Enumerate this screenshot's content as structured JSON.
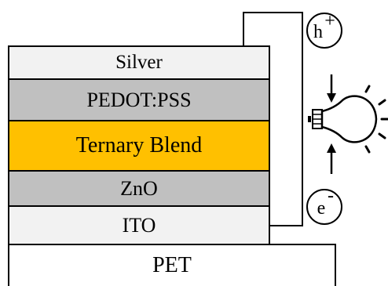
{
  "layers": [
    {
      "name": "Silver",
      "color": "#f2f2f2"
    },
    {
      "name": "PEDOT:PSS",
      "color": "#c0c0c0"
    },
    {
      "name": "Ternary Blend",
      "color": "#ffc000"
    },
    {
      "name": "ZnO",
      "color": "#c0c0c0"
    },
    {
      "name": "ITO",
      "color": "#f2f2f2"
    },
    {
      "name": "PET",
      "color": "#ffffff"
    }
  ],
  "carriers": {
    "hole": {
      "base": "h",
      "sup": "+"
    },
    "electron": {
      "base": "e",
      "sup": "-"
    }
  }
}
